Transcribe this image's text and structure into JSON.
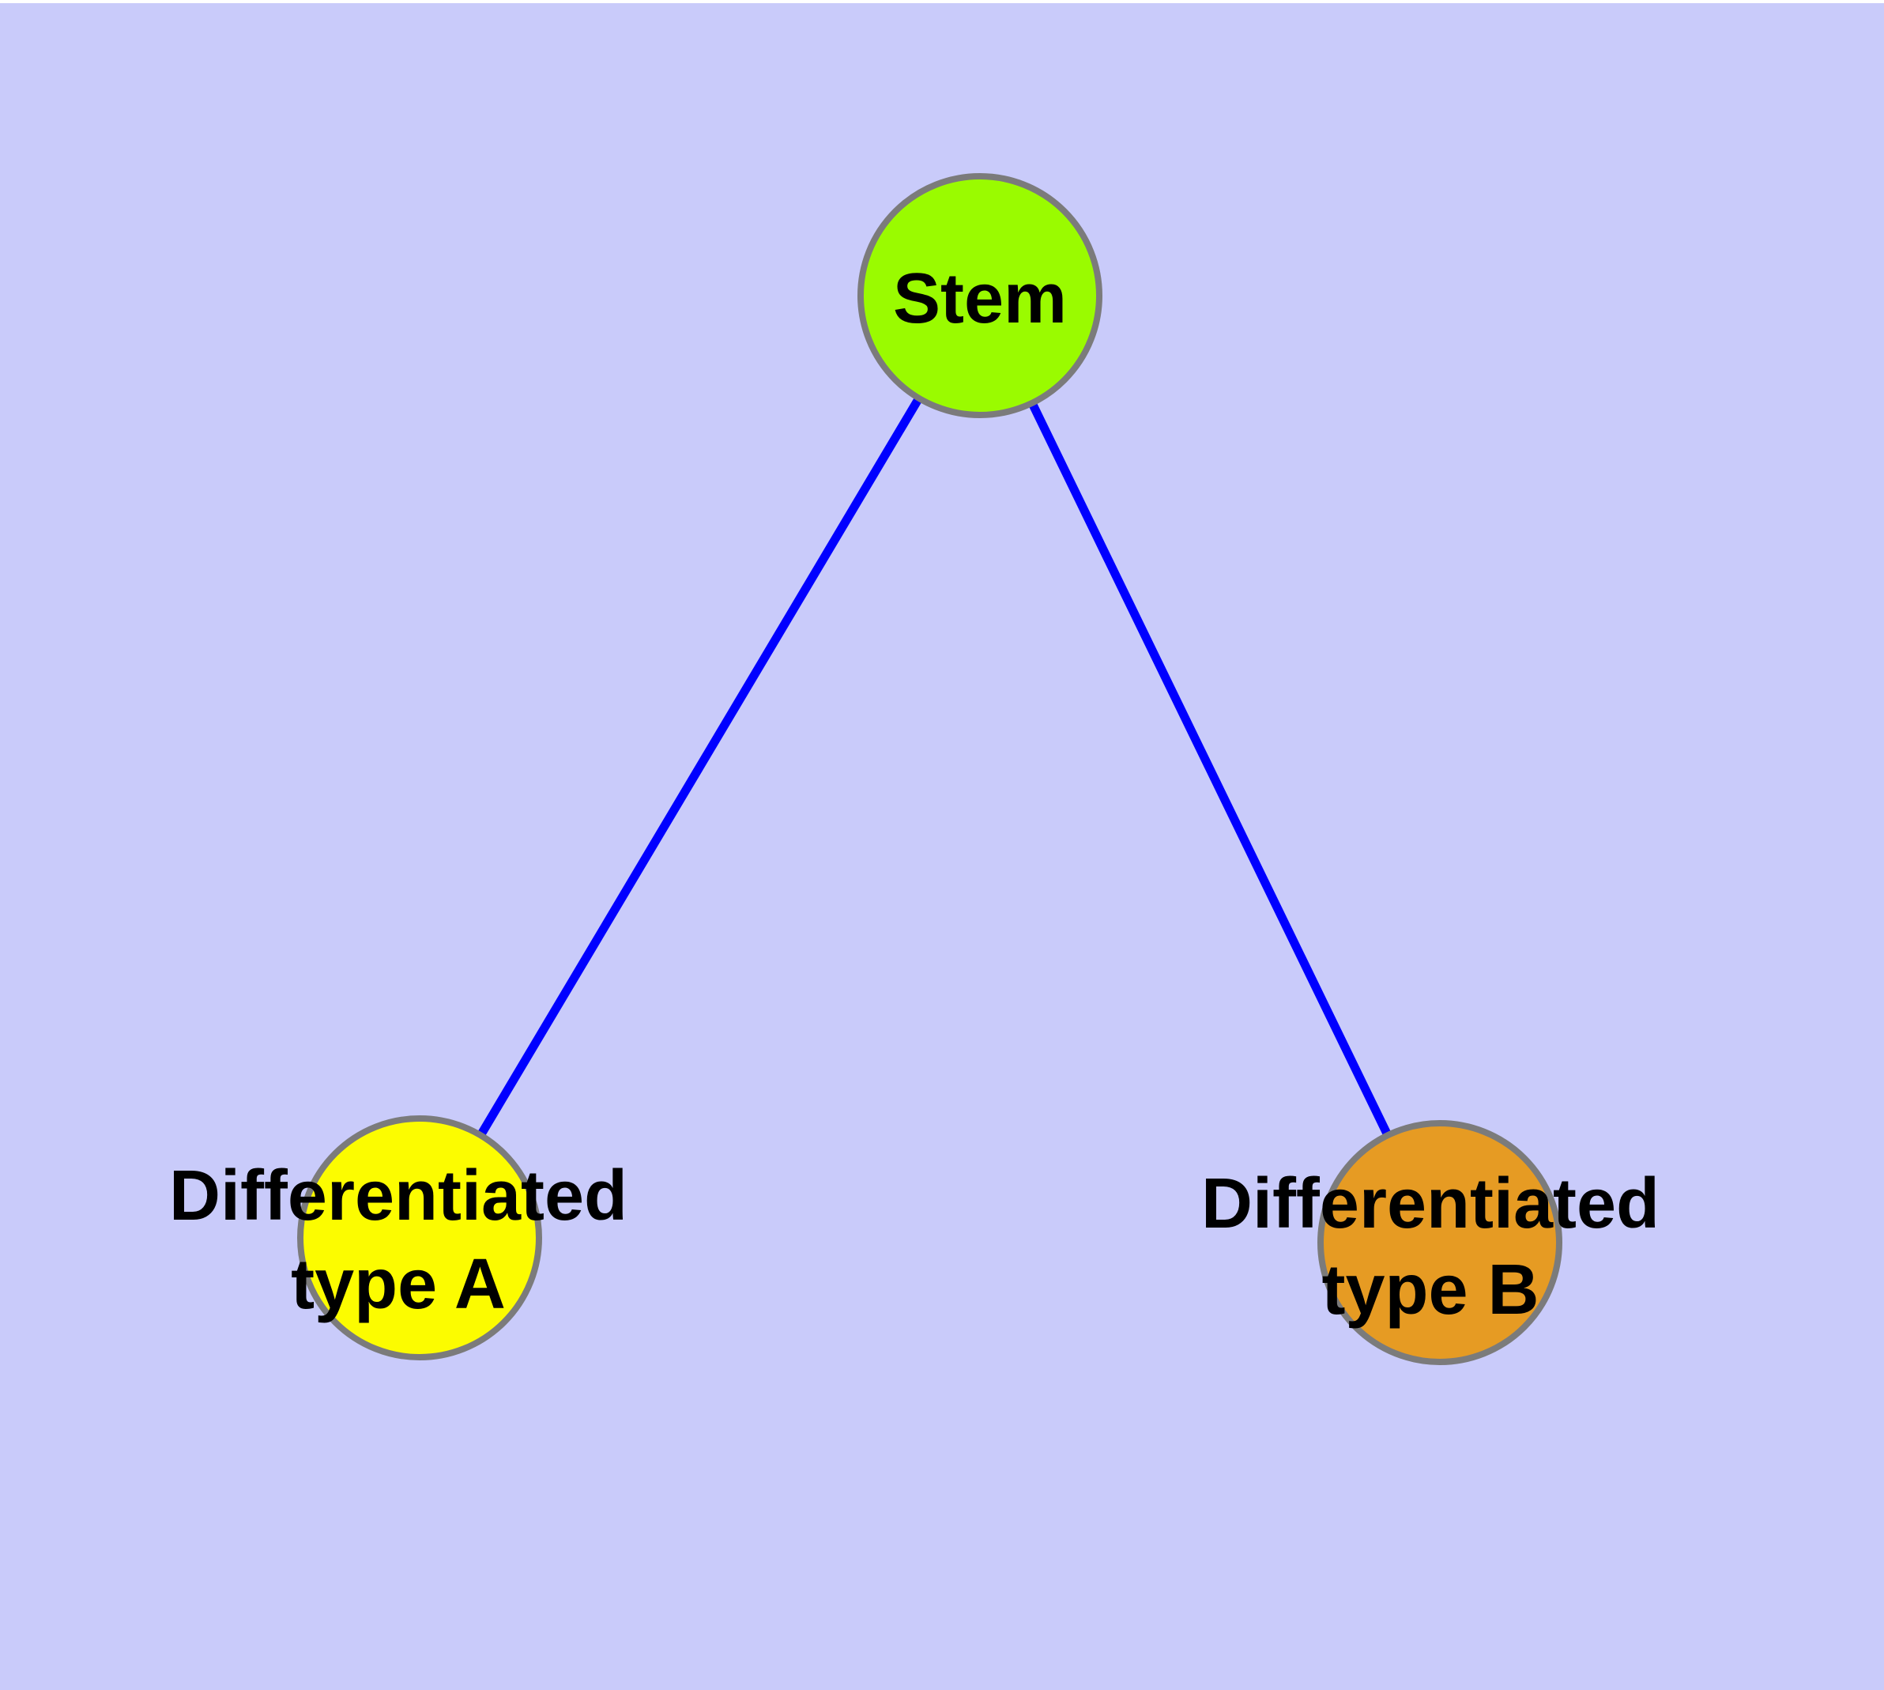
{
  "diagram": {
    "type": "graph",
    "background_color": "#C9CBFA",
    "page_margin_color": "#FFFFFF",
    "edge_color": "#0000FF",
    "node_border_color": "#7B7B7B",
    "label_color": "#000000",
    "nodes": [
      {
        "id": "stem",
        "label": "Stem",
        "lines": [
          "Stem"
        ],
        "fill": "#9AFB00"
      },
      {
        "id": "differentiated-type-a",
        "label": "Differentiated type A",
        "lines": [
          "Differentiated",
          "type A"
        ],
        "fill": "#FCFC00"
      },
      {
        "id": "differentiated-type-b",
        "label": "Differentiated type B",
        "lines": [
          "Differentiated",
          "type B"
        ],
        "fill": "#E69B23"
      }
    ],
    "edges": [
      {
        "from": "stem",
        "to": "differentiated-type-a"
      },
      {
        "from": "stem",
        "to": "differentiated-type-b"
      }
    ]
  }
}
